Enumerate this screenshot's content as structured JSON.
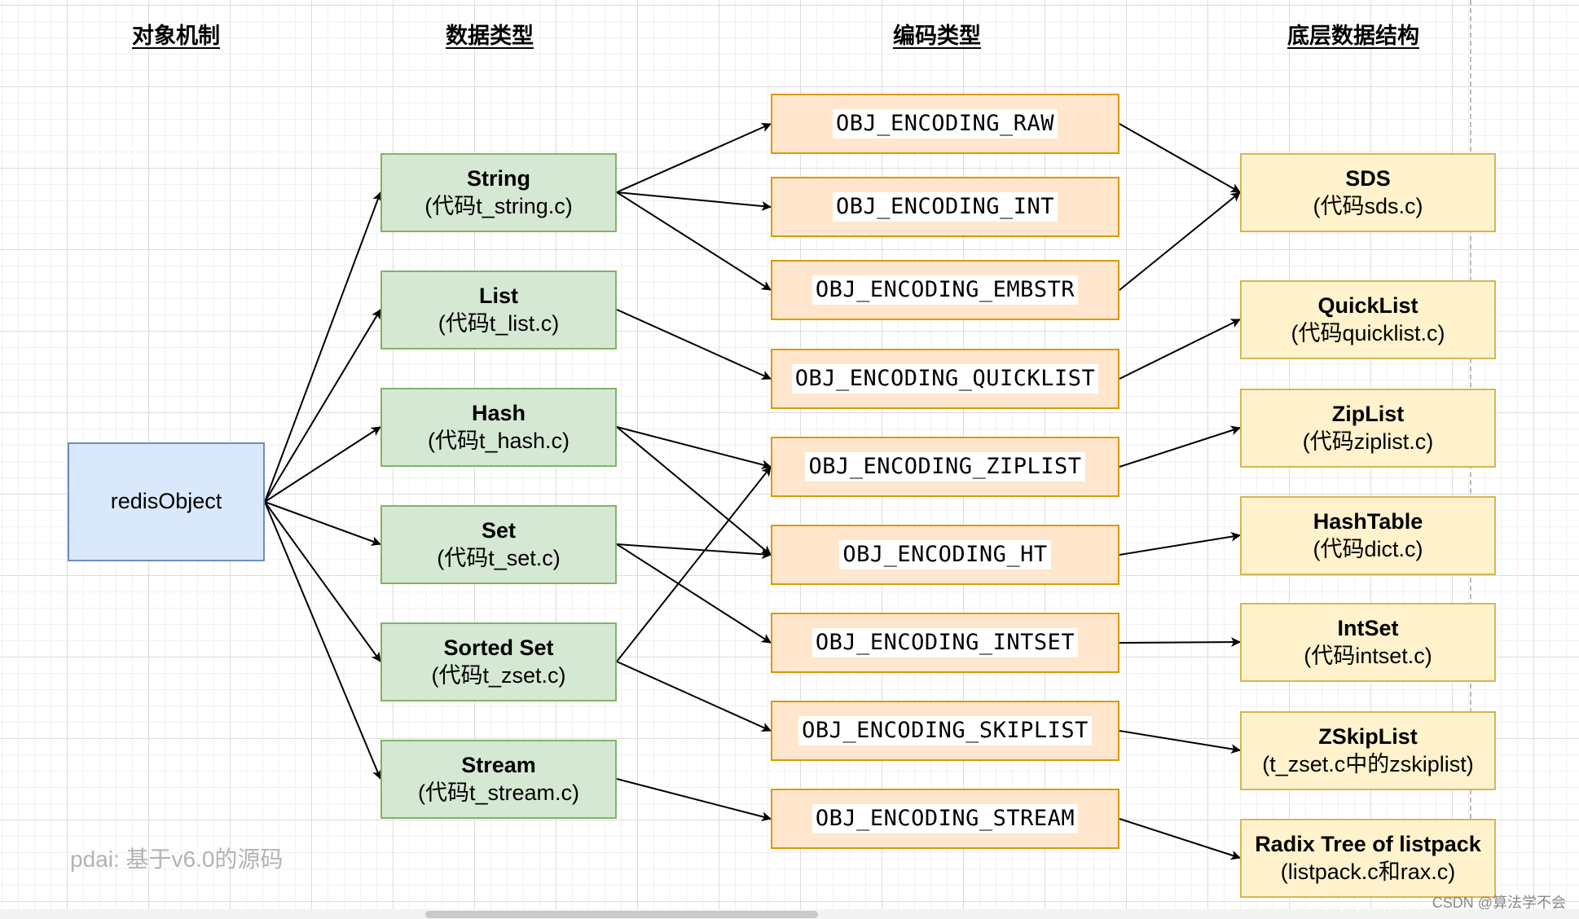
{
  "headers": {
    "object": "对象机制",
    "type": "数据类型",
    "encoding": "编码类型",
    "structure": "底层数据结构"
  },
  "root": {
    "label": "redisObject"
  },
  "types": [
    {
      "title": "String",
      "sub": "(代码t_string.c)"
    },
    {
      "title": "List",
      "sub": "(代码t_list.c)"
    },
    {
      "title": "Hash",
      "sub": "(代码t_hash.c)"
    },
    {
      "title": "Set",
      "sub": "(代码t_set.c)"
    },
    {
      "title": "Sorted Set",
      "sub": "(代码t_zset.c)"
    },
    {
      "title": "Stream",
      "sub": "(代码t_stream.c)"
    }
  ],
  "encodings": [
    {
      "label": "OBJ_ENCODING_RAW"
    },
    {
      "label": "OBJ_ENCODING_INT"
    },
    {
      "label": "OBJ_ENCODING_EMBSTR"
    },
    {
      "label": "OBJ_ENCODING_QUICKLIST"
    },
    {
      "label": "OBJ_ENCODING_ZIPLIST"
    },
    {
      "label": "OBJ_ENCODING_HT"
    },
    {
      "label": "OBJ_ENCODING_INTSET"
    },
    {
      "label": "OBJ_ENCODING_SKIPLIST"
    },
    {
      "label": "OBJ_ENCODING_STREAM"
    }
  ],
  "structures": [
    {
      "title": "SDS",
      "sub": "(代码sds.c)"
    },
    {
      "title": "QuickList",
      "sub": "(代码quicklist.c)"
    },
    {
      "title": "ZipList",
      "sub": "(代码ziplist.c)"
    },
    {
      "title": "HashTable",
      "sub": "(代码dict.c)"
    },
    {
      "title": "IntSet",
      "sub": "(代码intset.c)"
    },
    {
      "title": "ZSkipList",
      "sub": "(t_zset.c中的zskiplist)"
    },
    {
      "title": "Radix Tree of listpack",
      "sub": "(listpack.c和rax.c)"
    }
  ],
  "edges": {
    "root_to_type": [
      0,
      1,
      2,
      3,
      4,
      5
    ],
    "type_to_encoding": [
      [
        0,
        0
      ],
      [
        0,
        1
      ],
      [
        0,
        2
      ],
      [
        1,
        3
      ],
      [
        2,
        4
      ],
      [
        2,
        5
      ],
      [
        3,
        5
      ],
      [
        3,
        6
      ],
      [
        4,
        4
      ],
      [
        4,
        7
      ],
      [
        5,
        8
      ]
    ],
    "encoding_to_structure": [
      [
        0,
        0
      ],
      [
        2,
        0
      ],
      [
        3,
        1
      ],
      [
        4,
        2
      ],
      [
        5,
        3
      ],
      [
        6,
        4
      ],
      [
        7,
        5
      ],
      [
        8,
        6
      ]
    ]
  },
  "watermark": "pdai: 基于v6.0的源码",
  "footer_credit": "CSDN @算法学不会",
  "colors": {
    "root_fill": "#dae8fc",
    "root_stroke": "#6c8ebf",
    "type_fill": "#d5e8d4",
    "type_stroke": "#82b366",
    "encoding_fill": "#ffe6cc",
    "encoding_stroke": "#d79b00",
    "structure_fill": "#fff2cc",
    "structure_stroke": "#d6b656"
  }
}
